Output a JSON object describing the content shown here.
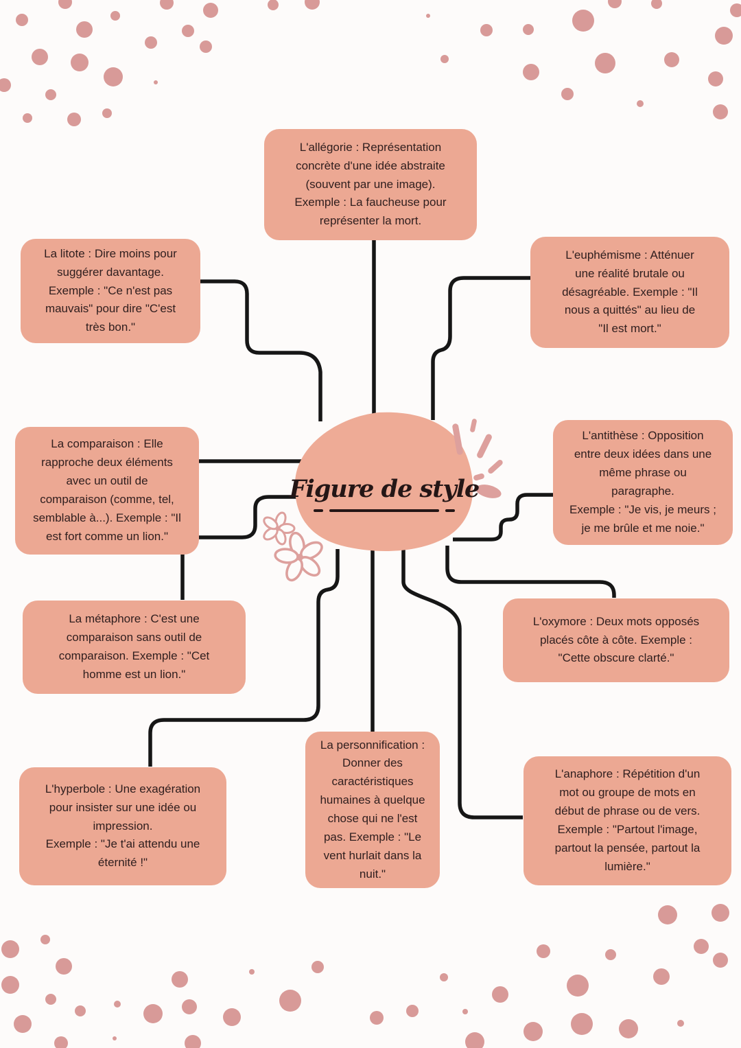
{
  "colors": {
    "background": "#FDFBFA",
    "box_fill": "#ECA893",
    "blob_fill": "#EEAB96",
    "dot": "#D89A98",
    "doodle": "#DDA09D",
    "line": "#161616",
    "text": "#2F1E1E"
  },
  "center": {
    "title": "Figure de style"
  },
  "nodes": {
    "allegorie": "L'allégorie : Représentation\nconcrète d'une idée abstraite\n(souvent par une image).\nExemple : La faucheuse pour\nreprésenter la mort.",
    "litote": "La litote : Dire moins pour\nsuggérer davantage.\nExemple : \"Ce n'est pas\nmauvais\" pour dire \"C'est\ntrès bon.\"",
    "euphemisme": "L'euphémisme : Atténuer\nune réalité brutale ou\ndésagréable. Exemple : \"Il\nnous a quittés\" au lieu de\n\"Il est mort.\"",
    "comparaison": "La comparaison : Elle\nrapproche deux éléments\navec un outil de\ncomparaison (comme, tel,\nsemblable à...). Exemple : \"Il\nest fort comme un lion.\"",
    "antithese": "L'antithèse : Opposition\nentre deux idées dans une\nmême phrase ou\nparagraphe.\nExemple : \"Je vis, je meurs ;\nje me brûle et me noie.\"",
    "metaphore": "La métaphore : C'est une\ncomparaison sans outil de\ncomparaison. Exemple : \"Cet\nhomme est un lion.\"",
    "oxymore": "L'oxymore : Deux mots opposés\nplacés côte à côte. Exemple :\n\"Cette obscure clarté.\"",
    "hyperbole": "L'hyperbole : Une exagération\npour insister sur une idée ou\nimpression.\nExemple : \"Je t'ai attendu une\néternité !\"",
    "personnification": "La personnification :\nDonner des\ncaractéristiques\nhumaines à quelque\nchose qui ne l'est\npas. Exemple : \"Le\nvent hurlait dans la\nnuit.\"",
    "anaphore": "L'anaphore : Répétition d'un\nmot ou groupe de mots en\ndébut de phrase ou de vers.\nExemple : \"Partout l'image,\npartout la pensée, partout la\nlumière.\""
  }
}
